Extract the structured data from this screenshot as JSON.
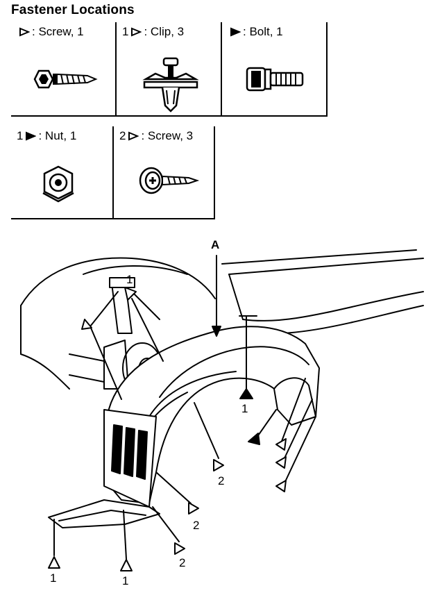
{
  "title": "Fastener Locations",
  "legend": [
    {
      "prefix": "",
      "symbol": "open-triangle",
      "text": ": Screw, 1",
      "part_icon": "screw-icon"
    },
    {
      "prefix": "1",
      "symbol": "open-triangle",
      "text": ": Clip, 3",
      "part_icon": "clip-icon"
    },
    {
      "prefix": "",
      "symbol": "filled-triangle",
      "text": ": Bolt, 1",
      "part_icon": "bolt-icon"
    },
    {
      "prefix": "1",
      "symbol": "filled-triangle",
      "text": ": Nut, 1",
      "part_icon": "nut-icon"
    },
    {
      "prefix": "2",
      "symbol": "open-triangle",
      "text": ": Screw, 3",
      "part_icon": "washer-screw-icon"
    }
  ],
  "callouts": {
    "view_a": "A",
    "top_clip": "1",
    "nut": "1",
    "screw_a": "2",
    "screw_b": "2",
    "screw_c": "2",
    "bottom_left": "1",
    "bottom_mid": "1"
  }
}
